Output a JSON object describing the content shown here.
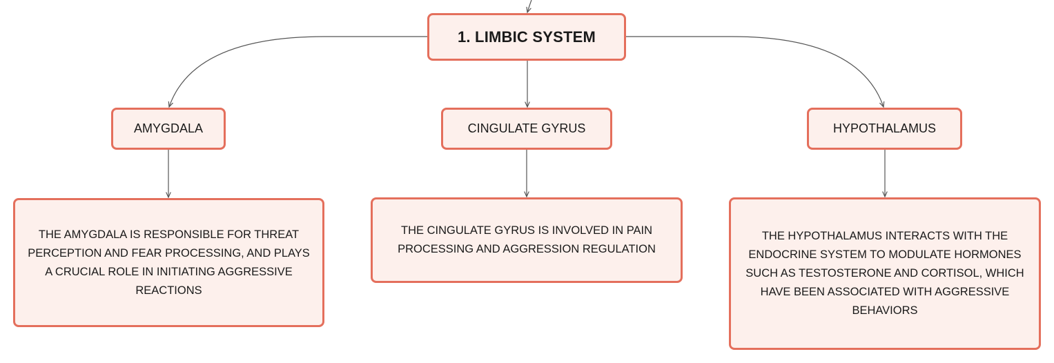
{
  "diagram": {
    "root": {
      "label": "1. LIMBIC SYSTEM"
    },
    "branches": [
      {
        "id": "amygdala",
        "label": "AMYGDALA",
        "detail": "THE AMYGDALA IS RESPONSIBLE FOR THREAT PERCEPTION AND FEAR PROCESSING, AND PLAYS A CRUCIAL ROLE IN INITIATING AGGRESSIVE REACTIONS"
      },
      {
        "id": "cingulate",
        "label": "CINGULATE GYRUS",
        "detail": "THE CINGULATE GYRUS IS INVOLVED IN PAIN PROCESSING AND AGGRESSION REGULATION"
      },
      {
        "id": "hypothalamus",
        "label": "HYPOTHALAMUS",
        "detail": "THE HYPOTHALAMUS INTERACTS WITH THE ENDOCRINE SYSTEM TO MODULATE HORMONES SUCH AS TESTOSTERONE AND CORTISOL, WHICH HAVE BEEN ASSOCIATED WITH AGGRESSIVE BEHAVIORS"
      }
    ]
  },
  "colors": {
    "node_border": "#e46f5c",
    "node_fill": "#fdf0ec",
    "connector": "#555555",
    "text": "#1a1a1a"
  }
}
